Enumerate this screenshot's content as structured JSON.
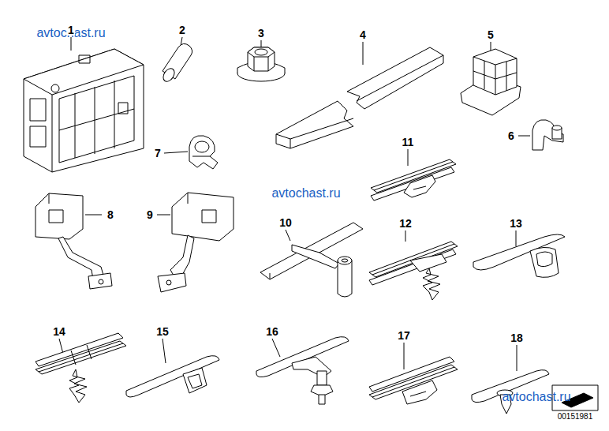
{
  "diagram": {
    "labels": [
      "avtochast.ru",
      "1",
      "2",
      "3",
      "4",
      "5",
      "6",
      "7",
      "11",
      "8",
      "9",
      "avtochast.ru",
      "10",
      "12",
      "13",
      "14",
      "15",
      "16",
      "17",
      "18",
      "avtochast.ru",
      "00151981"
    ]
  }
}
